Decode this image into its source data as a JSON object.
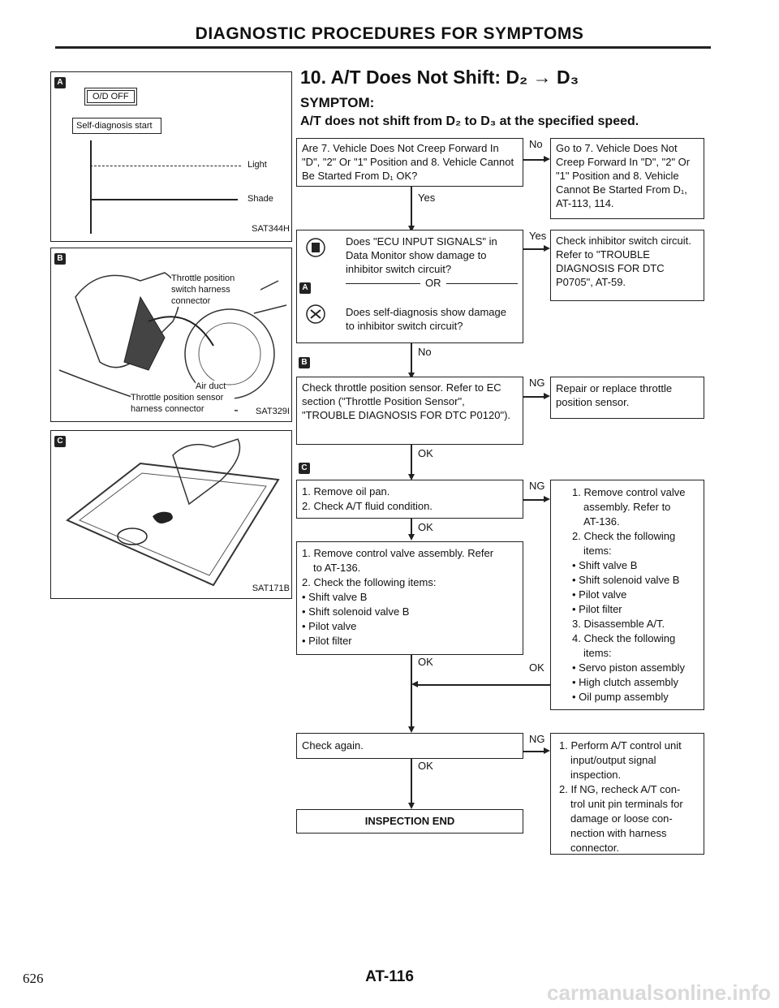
{
  "header": {
    "title": "DIAGNOSTIC PROCEDURES FOR SYMPTOMS"
  },
  "section": {
    "title": "10. A/T Does Not Shift: D₂ → D₃",
    "symptom_label": "SYMPTOM:",
    "symptom_text": "A/T does not shift from D₂ to D₃ at the specified speed."
  },
  "fig_a": {
    "badge": "A",
    "od_label": "O/D OFF",
    "start_label": "Self-diagnosis start",
    "light": "Light",
    "shade": "Shade",
    "code": "SAT344H"
  },
  "fig_b": {
    "badge": "B",
    "label_switch": "Throttle position switch harness connector",
    "label_duct": "Air duct",
    "label_sensor": "Throttle position sensor harness connector",
    "code": "SAT329I"
  },
  "fig_c": {
    "badge": "C",
    "code": "SAT171B"
  },
  "flow": {
    "step1": {
      "text": "Are 7. Vehicle Does Not Creep Forward In \"D\", \"2\" Or \"1\" Position and 8. Vehicle Cannot Be Started From D₁ OK?",
      "no": "No",
      "yes": "Yes",
      "side": "Go to 7. Vehicle Does Not Creep Forward In \"D\", \"2\" Or \"1\" Position and 8. Vehicle Cannot Be Started From D₁, AT-113, 114."
    },
    "step2": {
      "q1": "Does \"ECU INPUT SIGNALS\" in Data Monitor show damage to inhibitor switch circuit?",
      "or": "OR",
      "q2": "Does self-diagnosis show damage to inhibitor switch circuit?",
      "badge": "A",
      "yes": "Yes",
      "no": "No",
      "side": "Check inhibitor switch circuit. Refer to \"TROUBLE DIAGNOSIS FOR DTC P0705\", AT-59."
    },
    "step3": {
      "badge": "B",
      "text": "Check throttle position sensor. Refer to EC section (\"Throttle Position Sensor\", \"TROUBLE DIAGNOSIS FOR DTC P0120\").",
      "ng": "NG",
      "ok": "OK",
      "side": "Repair or replace throttle position sensor."
    },
    "step4": {
      "badge": "C",
      "lines": [
        "1. Remove oil pan.",
        "2. Check A/T fluid condition."
      ],
      "ng": "NG",
      "ok": "OK"
    },
    "side4": [
      "1. Remove control valve",
      "assembly. Refer to",
      "AT-136.",
      "2. Check the following",
      "items:",
      "• Shift valve B",
      "• Shift solenoid valve B",
      "• Pilot valve",
      "• Pilot filter",
      "3. Disassemble A/T.",
      "4. Check the following",
      "items:",
      "• Servo piston assembly",
      "• High clutch assembly",
      "• Oil pump assembly"
    ],
    "step5": {
      "lines": [
        "1. Remove control valve assembly. Refer",
        "to AT-136.",
        "2. Check the following items:",
        "• Shift valve B",
        "• Shift solenoid valve B",
        "• Pilot valve",
        "• Pilot filter"
      ],
      "ok": "OK",
      "ok2": "OK"
    },
    "step6": {
      "text": "Check again.",
      "ng": "NG",
      "ok": "OK"
    },
    "side6": [
      "1. Perform A/T control unit",
      "input/output signal",
      "inspection.",
      "2. If NG, recheck A/T con-",
      "trol unit pin terminals for",
      "damage or loose con-",
      "nection with harness",
      "connector."
    ],
    "end": "INSPECTION END"
  },
  "footer": {
    "page_left": "626",
    "page_center": "AT-116",
    "watermark": "carmanualsonline.info"
  }
}
